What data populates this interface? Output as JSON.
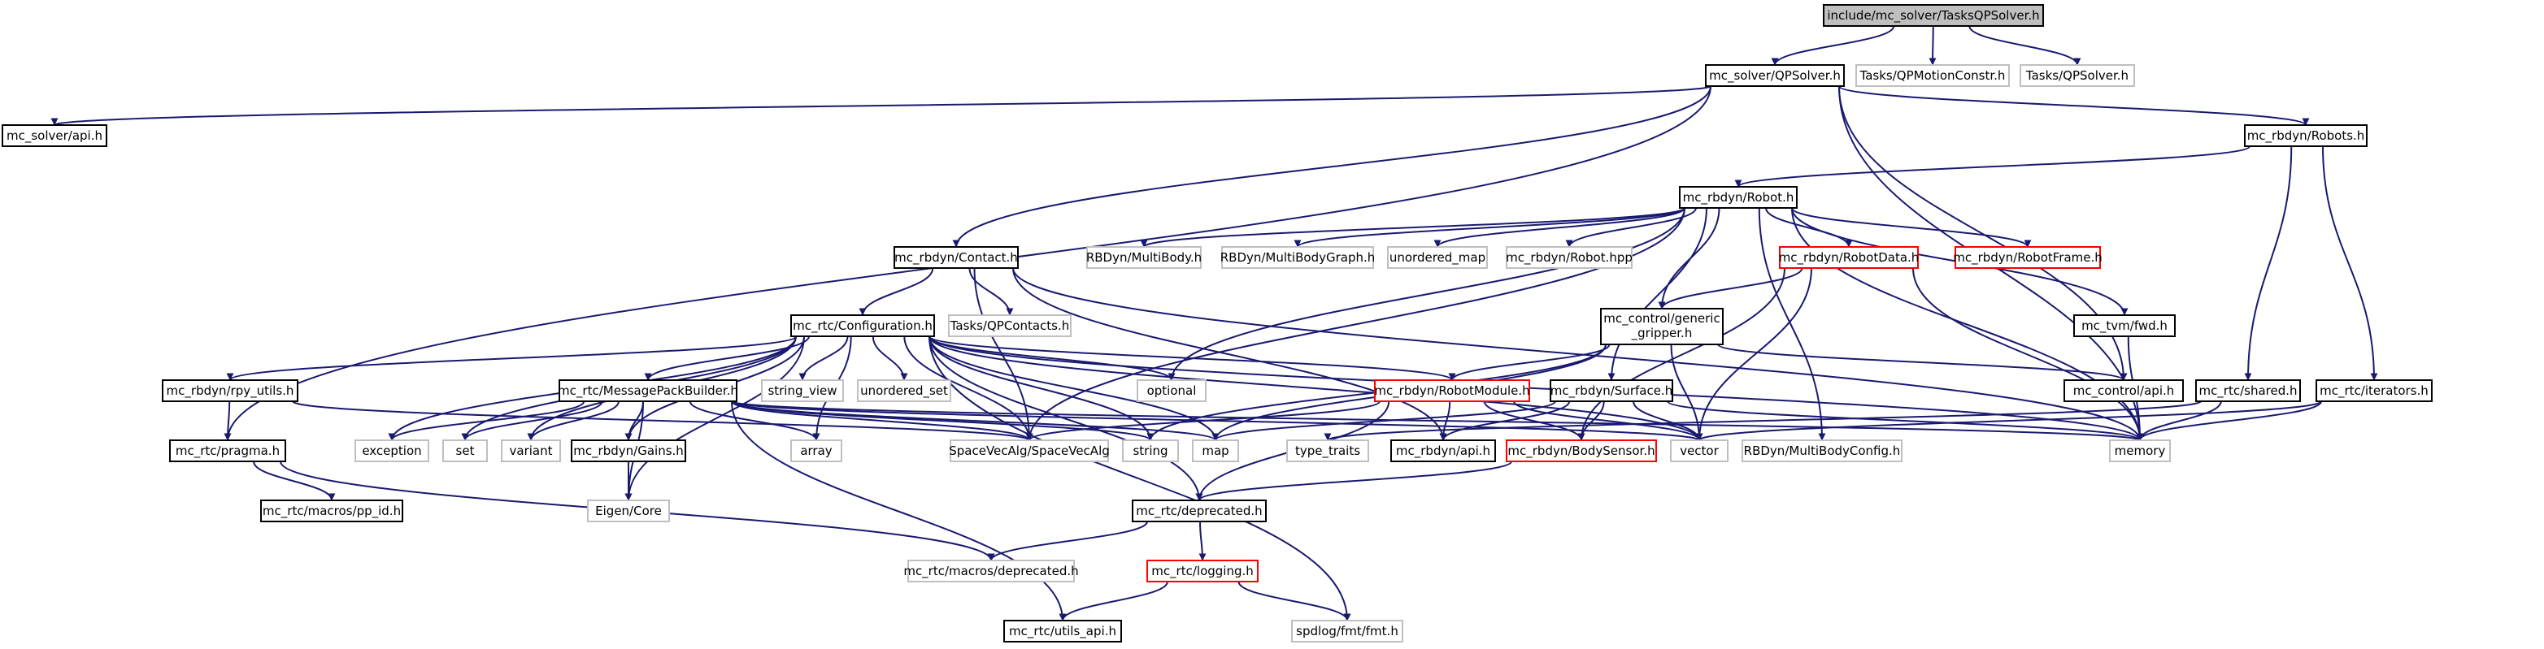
{
  "colors": {
    "edge": "#191970",
    "border_documented": "#000000",
    "border_external": "#bfbfbf",
    "border_incomplete": "#ff0000",
    "root_fill": "#bfbfbf",
    "text": "#000000"
  },
  "nodes": {
    "root": {
      "label": "include/mc_solver/TasksQPSolver.h",
      "kind": "root"
    },
    "qpsolver": {
      "label": "mc_solver/QPSolver.h",
      "kind": "documented"
    },
    "qpmotion": {
      "label": "Tasks/QPMotionConstr.h",
      "kind": "external"
    },
    "tasks_qpsolver": {
      "label": "Tasks/QPSolver.h",
      "kind": "external"
    },
    "solver_api": {
      "label": "mc_solver/api.h",
      "kind": "documented"
    },
    "robots": {
      "label": "mc_rbdyn/Robots.h",
      "kind": "documented"
    },
    "robot": {
      "label": "mc_rbdyn/Robot.h",
      "kind": "documented"
    },
    "contact": {
      "label": "mc_rbdyn/Contact.h",
      "kind": "documented"
    },
    "multibody": {
      "label": "RBDyn/MultiBody.h",
      "kind": "external"
    },
    "multibodygraph": {
      "label": "RBDyn/MultiBodyGraph.h",
      "kind": "external"
    },
    "unordered_map": {
      "label": "unordered_map",
      "kind": "external"
    },
    "robot_hpp": {
      "label": "mc_rbdyn/Robot.hpp",
      "kind": "external"
    },
    "robotdata": {
      "label": "mc_rbdyn/RobotData.h",
      "kind": "incomplete"
    },
    "robotframe": {
      "label": "mc_rbdyn/RobotFrame.h",
      "kind": "incomplete"
    },
    "configuration": {
      "label": "mc_rtc/Configuration.h",
      "kind": "documented"
    },
    "qpcontacts": {
      "label": "Tasks/QPContacts.h",
      "kind": "external"
    },
    "gripper_1": {
      "label": "mc_control/generic",
      "kind": "documented"
    },
    "gripper_2": {
      "label": "_gripper.h",
      "kind": "documented"
    },
    "tvm_fwd": {
      "label": "mc_tvm/fwd.h",
      "kind": "documented"
    },
    "rpy_utils": {
      "label": "mc_rbdyn/rpy_utils.h",
      "kind": "documented"
    },
    "string_view": {
      "label": "string_view",
      "kind": "external"
    },
    "unordered_set": {
      "label": "unordered_set",
      "kind": "external"
    },
    "optional": {
      "label": "optional",
      "kind": "external"
    },
    "robotmodule": {
      "label": "mc_rbdyn/RobotModule.h",
      "kind": "incomplete"
    },
    "surface": {
      "label": "mc_rbdyn/Surface.h",
      "kind": "documented"
    },
    "control_api": {
      "label": "mc_control/api.h",
      "kind": "documented"
    },
    "shared": {
      "label": "mc_rtc/shared.h",
      "kind": "documented"
    },
    "iterators": {
      "label": "mc_rtc/iterators.h",
      "kind": "documented"
    },
    "msgpack": {
      "label": "mc_rtc/MessagePackBuilder.h",
      "kind": "documented"
    },
    "pragma": {
      "label": "mc_rtc/pragma.h",
      "kind": "documented"
    },
    "exception": {
      "label": "exception",
      "kind": "external"
    },
    "set": {
      "label": "set",
      "kind": "external"
    },
    "variant": {
      "label": "variant",
      "kind": "external"
    },
    "gains": {
      "label": "mc_rbdyn/Gains.h",
      "kind": "documented"
    },
    "array": {
      "label": "array",
      "kind": "external"
    },
    "spacevecalg": {
      "label": "SpaceVecAlg/SpaceVecAlg",
      "kind": "external"
    },
    "string": {
      "label": "string",
      "kind": "external"
    },
    "map": {
      "label": "map",
      "kind": "external"
    },
    "type_traits": {
      "label": "type_traits",
      "kind": "external"
    },
    "rbdyn_api": {
      "label": "mc_rbdyn/api.h",
      "kind": "documented"
    },
    "bodysensor": {
      "label": "mc_rbdyn/BodySensor.h",
      "kind": "incomplete"
    },
    "vector": {
      "label": "vector",
      "kind": "external"
    },
    "mbconfig": {
      "label": "RBDyn/MultiBodyConfig.h",
      "kind": "external"
    },
    "memory": {
      "label": "memory",
      "kind": "external"
    },
    "eigen": {
      "label": "Eigen/Core",
      "kind": "external"
    },
    "pp_id": {
      "label": "mc_rtc/macros/pp_id.h",
      "kind": "documented"
    },
    "deprecated": {
      "label": "mc_rtc/deprecated.h",
      "kind": "documented"
    },
    "macros_deprecated": {
      "label": "mc_rtc/macros/deprecated.h",
      "kind": "external"
    },
    "logging": {
      "label": "mc_rtc/logging.h",
      "kind": "incomplete"
    },
    "utils_api": {
      "label": "mc_rtc/utils_api.h",
      "kind": "documented"
    },
    "fmt": {
      "label": "spdlog/fmt/fmt.h",
      "kind": "external"
    }
  },
  "edges": [
    [
      "root",
      "qpsolver"
    ],
    [
      "root",
      "qpmotion"
    ],
    [
      "root",
      "tasks_qpsolver"
    ],
    [
      "qpsolver",
      "solver_api"
    ],
    [
      "qpsolver",
      "robots"
    ],
    [
      "qpsolver",
      "contact"
    ],
    [
      "qpsolver",
      "pragma"
    ],
    [
      "qpsolver",
      "memory"
    ],
    [
      "qpsolver",
      "control_api"
    ],
    [
      "robots",
      "robot"
    ],
    [
      "robots",
      "shared"
    ],
    [
      "robots",
      "iterators"
    ],
    [
      "robot",
      "multibody"
    ],
    [
      "robot",
      "multibodygraph"
    ],
    [
      "robot",
      "unordered_map"
    ],
    [
      "robot",
      "robot_hpp"
    ],
    [
      "robot",
      "robotdata"
    ],
    [
      "robot",
      "robotframe"
    ],
    [
      "robot",
      "gripper"
    ],
    [
      "robot",
      "tvm_fwd"
    ],
    [
      "robot",
      "surface"
    ],
    [
      "robot",
      "optional"
    ],
    [
      "robot",
      "memory"
    ],
    [
      "robot",
      "mbconfig"
    ],
    [
      "robot",
      "spacevecalg"
    ],
    [
      "contact",
      "configuration"
    ],
    [
      "contact",
      "qpcontacts"
    ],
    [
      "contact",
      "rbdyn_api"
    ],
    [
      "contact",
      "memory"
    ],
    [
      "contact",
      "spacevecalg"
    ],
    [
      "robotdata",
      "gripper"
    ],
    [
      "robotdata",
      "vector"
    ],
    [
      "robotdata",
      "memory"
    ],
    [
      "robotdata",
      "bodysensor"
    ],
    [
      "configuration",
      "rpy_utils"
    ],
    [
      "configuration",
      "string_view"
    ],
    [
      "configuration",
      "unordered_set"
    ],
    [
      "configuration",
      "optional"
    ],
    [
      "configuration",
      "robotmodule"
    ],
    [
      "configuration",
      "msgpack"
    ],
    [
      "configuration",
      "exception"
    ],
    [
      "configuration",
      "set"
    ],
    [
      "configuration",
      "variant"
    ],
    [
      "configuration",
      "gains"
    ],
    [
      "configuration",
      "array"
    ],
    [
      "configuration",
      "spacevecalg"
    ],
    [
      "configuration",
      "string"
    ],
    [
      "configuration",
      "map"
    ],
    [
      "configuration",
      "vector"
    ],
    [
      "configuration",
      "memory"
    ],
    [
      "configuration",
      "eigen"
    ],
    [
      "configuration",
      "deprecated"
    ],
    [
      "configuration",
      "fmt"
    ],
    [
      "gripper",
      "robotmodule"
    ],
    [
      "gripper",
      "control_api"
    ],
    [
      "gripper",
      "string"
    ],
    [
      "gripper",
      "map"
    ],
    [
      "gripper",
      "vector"
    ],
    [
      "tvm_fwd",
      "memory"
    ],
    [
      "rpy_utils",
      "pragma"
    ],
    [
      "rpy_utils",
      "spacevecalg"
    ],
    [
      "robotmodule",
      "bodysensor"
    ],
    [
      "robotmodule",
      "rbdyn_api"
    ],
    [
      "robotmodule",
      "deprecated"
    ],
    [
      "robotmodule",
      "vector"
    ],
    [
      "robotmodule",
      "spacevecalg"
    ],
    [
      "surface",
      "rbdyn_api"
    ],
    [
      "surface",
      "map"
    ],
    [
      "surface",
      "vector"
    ],
    [
      "surface",
      "memory"
    ],
    [
      "surface",
      "bodysensor"
    ],
    [
      "shared",
      "memory"
    ],
    [
      "shared",
      "type_traits"
    ],
    [
      "iterators",
      "memory"
    ],
    [
      "iterators",
      "vector"
    ],
    [
      "msgpack",
      "exception"
    ],
    [
      "msgpack",
      "set"
    ],
    [
      "msgpack",
      "variant"
    ],
    [
      "msgpack",
      "gains"
    ],
    [
      "msgpack",
      "array"
    ],
    [
      "msgpack",
      "spacevecalg"
    ],
    [
      "msgpack",
      "string"
    ],
    [
      "msgpack",
      "map"
    ],
    [
      "msgpack",
      "vector"
    ],
    [
      "msgpack",
      "memory"
    ],
    [
      "msgpack",
      "eigen"
    ],
    [
      "msgpack",
      "utils_api"
    ],
    [
      "pragma",
      "pp_id"
    ],
    [
      "pragma",
      "macros_deprecated"
    ],
    [
      "gains",
      "eigen"
    ],
    [
      "bodysensor",
      "deprecated"
    ],
    [
      "deprecated",
      "macros_deprecated"
    ],
    [
      "deprecated",
      "logging"
    ],
    [
      "logging",
      "utils_api"
    ],
    [
      "logging",
      "fmt"
    ]
  ]
}
